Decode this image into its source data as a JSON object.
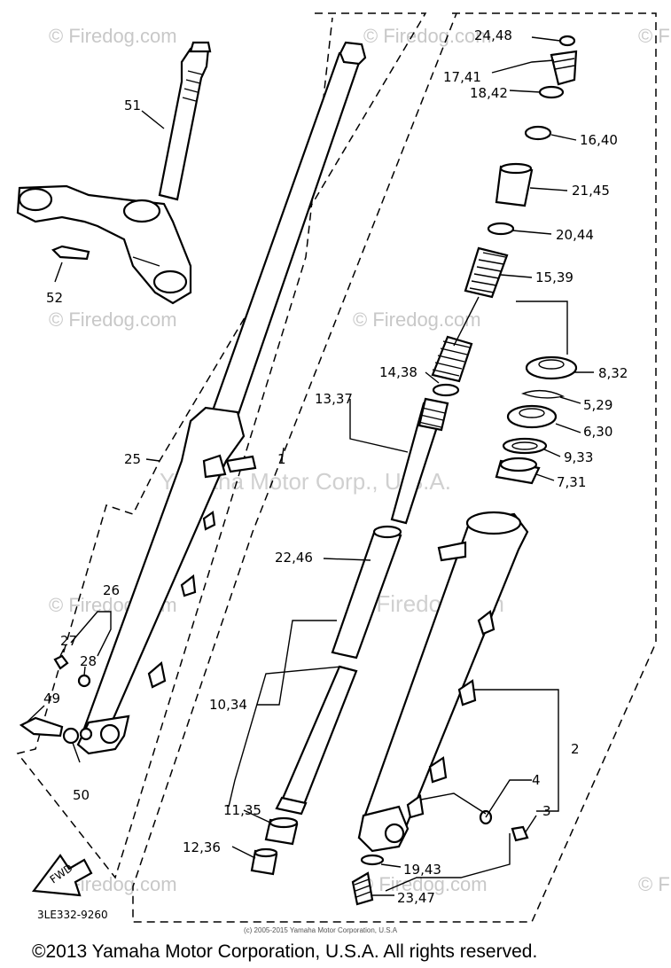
{
  "watermarks": {
    "site": "© Firedog.com",
    "center": "Yamaha Motor Corp., U.S.A.",
    "mid": "© Firedog.com"
  },
  "parts": {
    "p51": "51",
    "p52": "52",
    "p25": "25",
    "p26": "26",
    "p27": "27",
    "p28": "28",
    "p49": "49",
    "p50": "50",
    "p1": "1",
    "p2": "2",
    "p3": "3",
    "p4": "4",
    "p24": "24,48",
    "p17": "17,41",
    "p18": "18,42",
    "p16": "16,40",
    "p21": "21,45",
    "p20": "20,44",
    "p15": "15,39",
    "p14": "14,38",
    "p13": "13,37",
    "p8": "8,32",
    "p5": "5,29",
    "p6": "6,30",
    "p9": "9,33",
    "p7": "7,31",
    "p22": "22,46",
    "p10": "10,34",
    "p11": "11,35",
    "p12": "12,36",
    "p19": "19,43",
    "p23": "23,47"
  },
  "fwd_label": "FWD",
  "diagram_code": "3LE332-9260",
  "small_copyright": "(c) 2005-2015 Yamaha Motor Corporation, U.S.A",
  "copyright": "©2013 Yamaha Motor Corporation, U.S.A. All rights reserved."
}
